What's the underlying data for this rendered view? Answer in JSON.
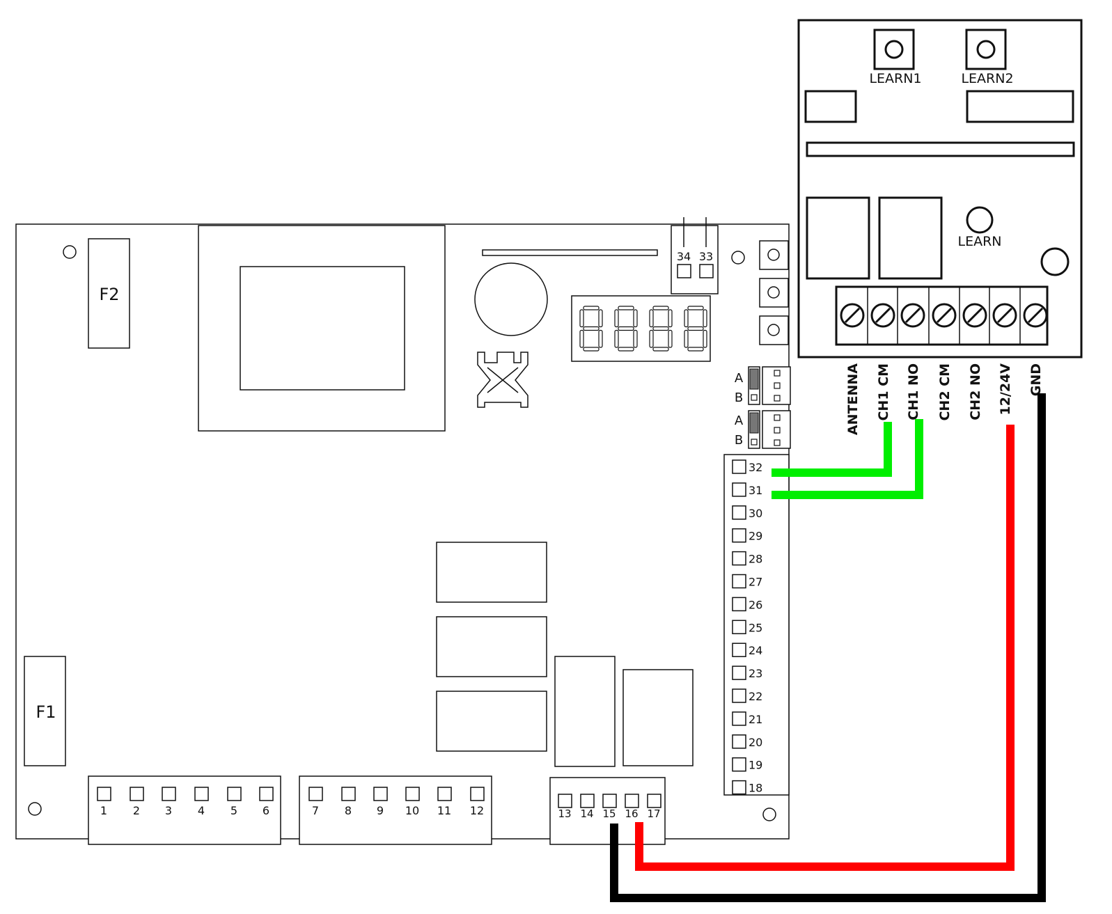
{
  "main_board": {
    "fuses": [
      "F2",
      "F1"
    ],
    "relay_terminals_top": [
      "34",
      "33"
    ],
    "jumpers": [
      {
        "labels": [
          "A",
          "B"
        ]
      },
      {
        "labels": [
          "A",
          "B"
        ]
      }
    ],
    "side_terminals": [
      "32",
      "31",
      "30",
      "29",
      "28",
      "27",
      "26",
      "25",
      "24",
      "23",
      "22",
      "21",
      "20",
      "19",
      "18"
    ],
    "bottom_terminals_group1": [
      "1",
      "2",
      "3",
      "4",
      "5",
      "6"
    ],
    "bottom_terminals_group2": [
      "7",
      "8",
      "9",
      "10",
      "11",
      "12"
    ],
    "bottom_terminals_group3": [
      "13",
      "14",
      "15",
      "16",
      "17"
    ]
  },
  "receiver_module": {
    "learn_buttons": [
      "LEARN1",
      "LEARN2"
    ],
    "learn_label": "LEARN",
    "terminal_labels": [
      "ANTENNA",
      "CH1 CM",
      "CH1 NO",
      "CH2 CM",
      "CH2 NO",
      "12/24V",
      "GND"
    ]
  },
  "wires": [
    {
      "from": "CH1 CM",
      "to": "32",
      "color": "#00ee00"
    },
    {
      "from": "CH1 NO",
      "to": "31",
      "color": "#00ee00"
    },
    {
      "from": "12/24V",
      "to": "16",
      "color": "#ff0000"
    },
    {
      "from": "GND",
      "to": "15",
      "color": "#000000"
    }
  ]
}
